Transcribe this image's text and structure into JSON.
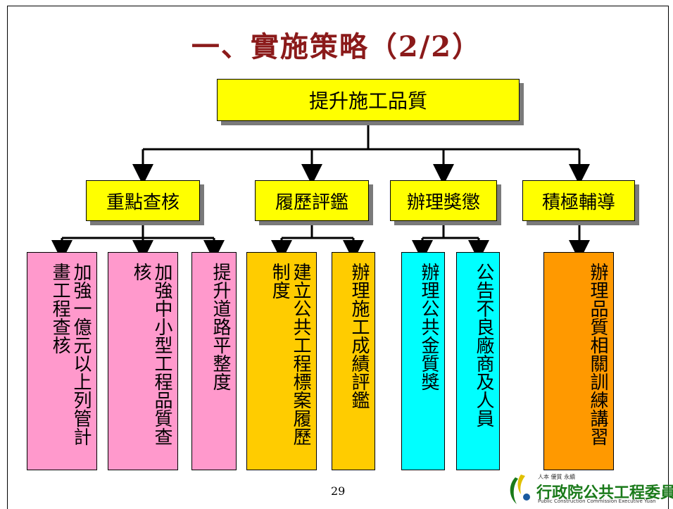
{
  "title": "一、實施策略（2/2）",
  "root": "提升施工品質",
  "categories": [
    {
      "label": "重點查核"
    },
    {
      "label": "履歷評鑑"
    },
    {
      "label": "辦理獎懲"
    },
    {
      "label": "積極輔導"
    }
  ],
  "leaves": [
    {
      "text": "加強一億元以上列管計畫工程查核",
      "color": "#ff99cc"
    },
    {
      "text": "加強中小型工程品質查核",
      "color": "#ff99cc"
    },
    {
      "text": "提升道路平整度",
      "color": "#ff99cc"
    },
    {
      "text": "建立公共工程標案履歷制度",
      "color": "#ffcc00"
    },
    {
      "text": "辦理施工成績評鑑",
      "color": "#ffcc00"
    },
    {
      "text": "辦理公共金質獎",
      "color": "#00ffff"
    },
    {
      "text": "公告不良廠商及人員",
      "color": "#00ffff"
    },
    {
      "text": "辦理品質相關訓練講習",
      "color": "#ff9900"
    }
  ],
  "page_number": "29",
  "logo": {
    "motto": "人本 優質 永續",
    "name": "行政院公共工程委員會",
    "english": "Public Construction Commission Executive Yuan"
  }
}
